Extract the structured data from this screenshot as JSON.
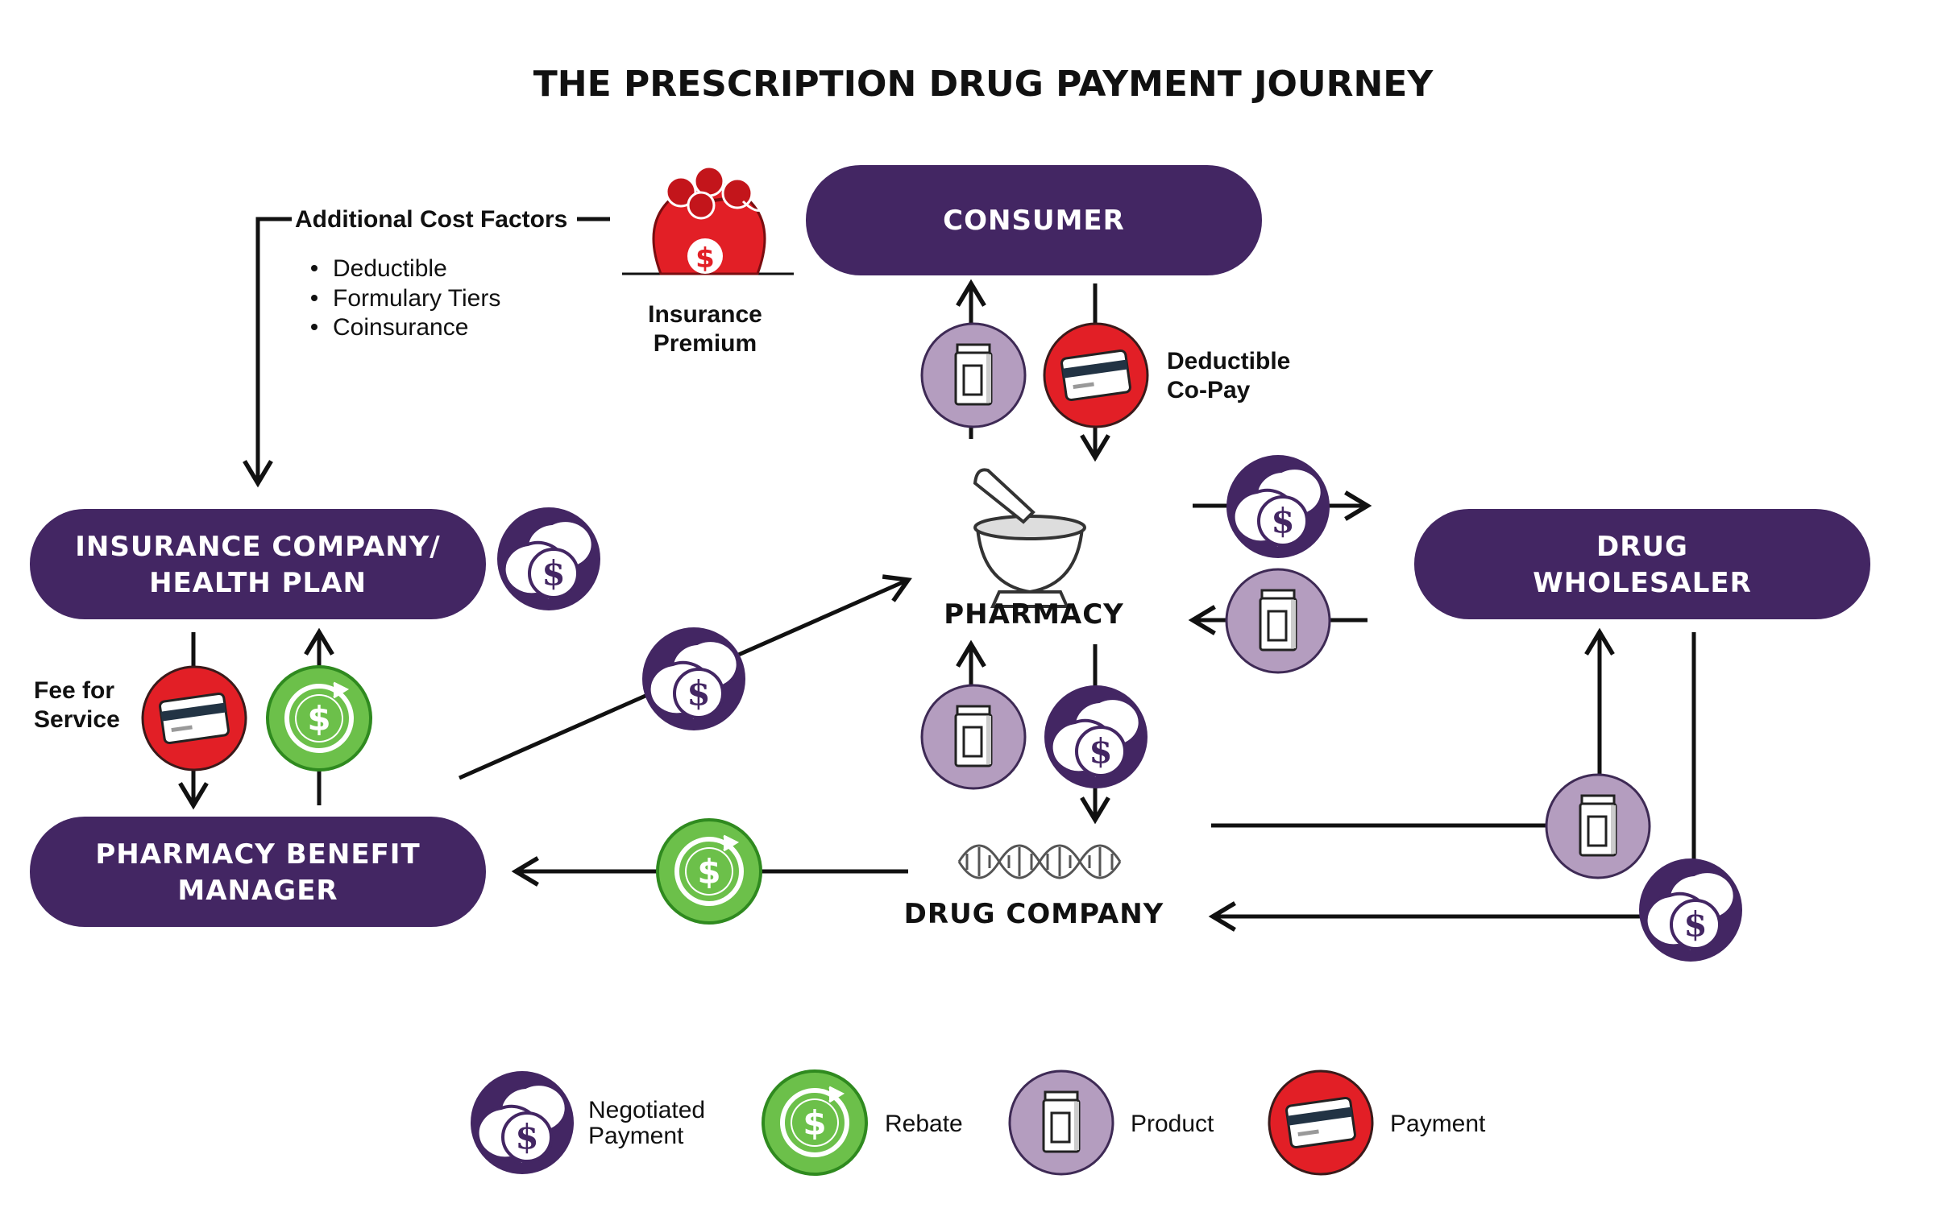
{
  "title": "THE PRESCRIPTION DRUG PAYMENT JOURNEY",
  "nodes": {
    "consumer": "CONSUMER",
    "insurance_line1": "INSURANCE COMPANY/",
    "insurance_line2": "HEALTH PLAN",
    "pbm_line1": "PHARMACY BENEFIT",
    "pbm_line2": "MANAGER",
    "wholesaler_line1": "DRUG",
    "wholesaler_line2": "WHOLESALER",
    "pharmacy": "PHARMACY",
    "drug_company": "DRUG COMPANY"
  },
  "cost_factors": {
    "heading": "Additional Cost Factors",
    "items": [
      "Deductible",
      "Formulary Tiers",
      "Coinsurance"
    ]
  },
  "premium": {
    "line1": "Insurance",
    "line2": "Premium"
  },
  "copay": {
    "line1": "Deductible",
    "line2": "Co-Pay"
  },
  "fee": {
    "line1": "Fee for",
    "line2": "Service"
  },
  "legend": {
    "negotiated_line1": "Negotiated",
    "negotiated_line2": "Payment",
    "rebate": "Rebate",
    "product": "Product",
    "payment": "Payment"
  },
  "colors": {
    "node_purple": "#432663",
    "negotiated": "#432663",
    "rebate": "#6cc04a",
    "product": "#b49dbf",
    "payment": "#e21f26",
    "premium_bag": "#e21f26"
  },
  "icons": {
    "negotiated": "speech-bubbles-dollar-icon",
    "rebate": "circular-arrow-dollar-icon",
    "product": "pill-bottle-icon",
    "payment": "credit-card-icon",
    "premium": "money-bag-icon",
    "pharmacy": "mortar-pestle-icon",
    "drug_company": "dna-helix-icon"
  }
}
